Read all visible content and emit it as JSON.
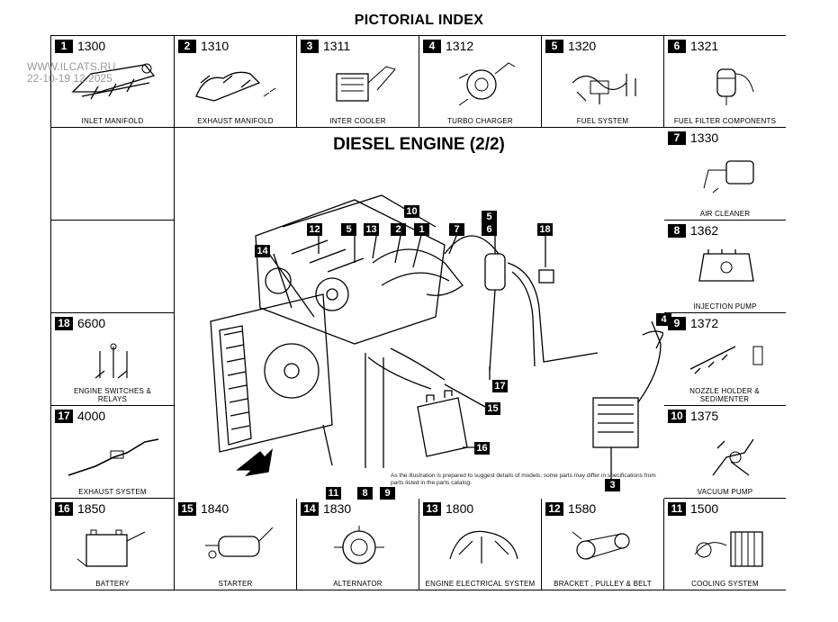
{
  "page": {
    "title": "PICTORIAL INDEX"
  },
  "watermark": {
    "line1": "WWW.ILCATS.RU",
    "line2": "22-10-19 12.2025"
  },
  "center": {
    "title": "DIESEL ENGINE (2/2)",
    "disclaimer": "As the illustration is prepared to suggest details of models, some parts may differ in specifications from parts listed in the parts catalog.",
    "callouts": [
      "10",
      "12",
      "5",
      "13",
      "2",
      "1",
      "7",
      "5",
      "6",
      "18",
      "14",
      "4",
      "17",
      "15",
      "16",
      "3",
      "11",
      "8",
      "9"
    ]
  },
  "cells": {
    "c1": {
      "num": "1",
      "code": "1300",
      "caption": "INLET MANIFOLD"
    },
    "c2": {
      "num": "2",
      "code": "1310",
      "caption": "EXHAUST MANIFOLD"
    },
    "c3": {
      "num": "3",
      "code": "1311",
      "caption": "INTER COOLER"
    },
    "c4": {
      "num": "4",
      "code": "1312",
      "caption": "TURBO CHARGER"
    },
    "c5": {
      "num": "5",
      "code": "1320",
      "caption": "FUEL SYSTEM"
    },
    "c6": {
      "num": "6",
      "code": "1321",
      "caption": "FUEL FILTER COMPONENTS"
    },
    "c7": {
      "num": "7",
      "code": "1330",
      "caption": "AIR CLEANER"
    },
    "c8": {
      "num": "8",
      "code": "1362",
      "caption": "INJECTION PUMP"
    },
    "c9": {
      "num": "9",
      "code": "1372",
      "caption": "NOZZLE HOLDER & SEDIMENTER"
    },
    "c10": {
      "num": "10",
      "code": "1375",
      "caption": "VACUUM PUMP"
    },
    "c11": {
      "num": "11",
      "code": "1500",
      "caption": "COOLING SYSTEM"
    },
    "c12": {
      "num": "12",
      "code": "1580",
      "caption": "BRACKET , PULLEY & BELT"
    },
    "c13": {
      "num": "13",
      "code": "1800",
      "caption": "ENGINE ELECTRICAL SYSTEM"
    },
    "c14": {
      "num": "14",
      "code": "1830",
      "caption": "ALTERNATOR"
    },
    "c15": {
      "num": "15",
      "code": "1840",
      "caption": "STARTER"
    },
    "c16": {
      "num": "16",
      "code": "1850",
      "caption": "BATTERY"
    },
    "c17": {
      "num": "17",
      "code": "4000",
      "caption": "EXHAUST SYSTEM"
    },
    "c18": {
      "num": "18",
      "code": "6600",
      "caption": "ENGINE SWITCHES & RELAYS"
    }
  }
}
